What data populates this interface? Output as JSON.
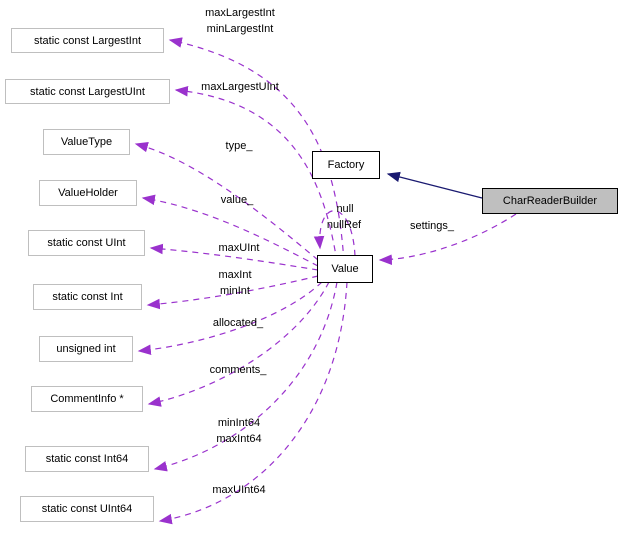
{
  "diagram": {
    "type": "collaboration-graph",
    "colors": {
      "edge_dashed": "#9a32cd",
      "edge_solid": "#191970",
      "node_border_plain": "#bfbfbf",
      "node_border_linked": "#000000",
      "current_node_fill": "#bfbfbf",
      "background": "#ffffff",
      "text": "#000000"
    },
    "nodes": [
      {
        "label": "static const LargestInt",
        "kind": "type"
      },
      {
        "label": "static const LargestUInt",
        "kind": "type"
      },
      {
        "label": "ValueType",
        "kind": "type"
      },
      {
        "label": "ValueHolder",
        "kind": "type"
      },
      {
        "label": "static const UInt",
        "kind": "type"
      },
      {
        "label": "static const Int",
        "kind": "type"
      },
      {
        "label": "unsigned int",
        "kind": "type"
      },
      {
        "label": "CommentInfo *",
        "kind": "type"
      },
      {
        "label": "static const Int64",
        "kind": "type"
      },
      {
        "label": "static const UInt64",
        "kind": "type"
      },
      {
        "label": "Factory",
        "kind": "class"
      },
      {
        "label": "Value",
        "kind": "class"
      },
      {
        "label": "CharReaderBuilder",
        "kind": "current-class"
      }
    ],
    "edge_labels": [
      {
        "text": "maxLargestInt"
      },
      {
        "text": "minLargestInt"
      },
      {
        "text": "maxLargestUInt"
      },
      {
        "text": "type_"
      },
      {
        "text": "value_"
      },
      {
        "text": "maxUInt"
      },
      {
        "text": "maxInt"
      },
      {
        "text": "minInt"
      },
      {
        "text": "allocated_"
      },
      {
        "text": "comments_"
      },
      {
        "text": "minInt64"
      },
      {
        "text": "maxInt64"
      },
      {
        "text": "maxUInt64"
      },
      {
        "text": "null"
      },
      {
        "text": "nullRef"
      },
      {
        "text": "settings_"
      }
    ]
  }
}
